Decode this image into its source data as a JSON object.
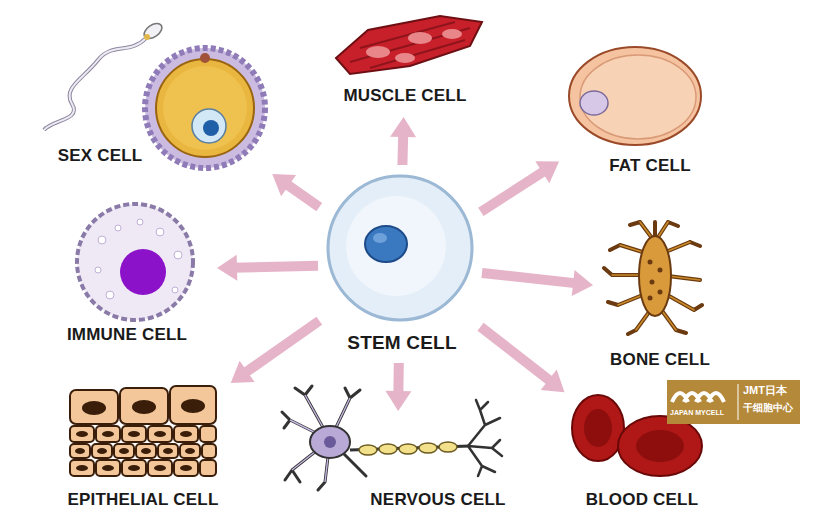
{
  "diagram": {
    "nodes": [
      {
        "text": [
          "SEX CELL"
        ]
      },
      {
        "text": [
          "MUSCLE CELL"
        ]
      },
      {
        "text": [
          "FAT CELL"
        ]
      },
      {
        "text": [
          "IMMUNE CELL"
        ]
      },
      {
        "text": [
          "STEM CELL"
        ]
      },
      {
        "text": [
          "BONE CELL"
        ]
      },
      {
        "text": [
          "EPITHELIAL CELL"
        ]
      },
      {
        "text": [
          "NERVOUS CELL"
        ]
      },
      {
        "text": [
          "BLOOD CELL"
        ]
      }
    ],
    "edges": [
      {
        "from": 4,
        "to": 0,
        "arrow": "to"
      },
      {
        "from": 4,
        "to": 1,
        "arrow": "to"
      },
      {
        "from": 4,
        "to": 2,
        "arrow": "to"
      },
      {
        "from": 4,
        "to": 3,
        "arrow": "to"
      },
      {
        "from": 4,
        "to": 5,
        "arrow": "to"
      },
      {
        "from": 4,
        "to": 6,
        "arrow": "to"
      },
      {
        "from": 4,
        "to": 7,
        "arrow": "to"
      },
      {
        "from": 4,
        "to": 8,
        "arrow": "to"
      }
    ],
    "labels": [
      "JMT日本",
      "干细胞中心",
      "JAPAN MYCELL"
    ]
  }
}
